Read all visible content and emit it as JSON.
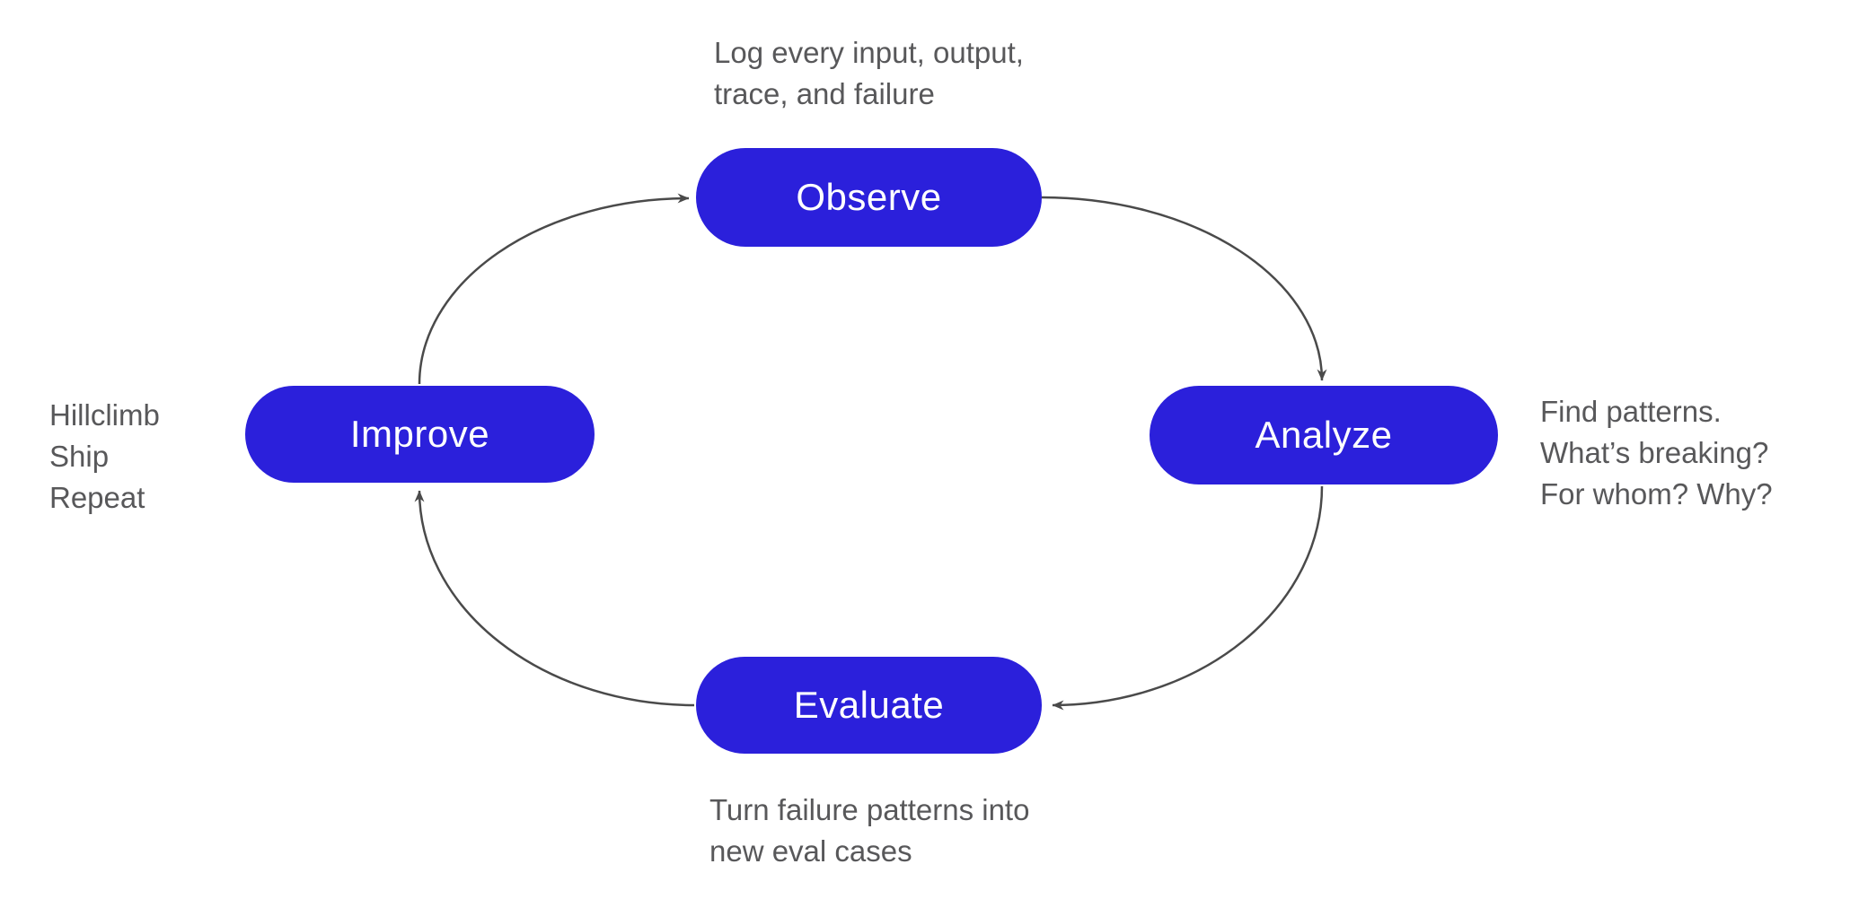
{
  "diagram": {
    "type": "cycle-flowchart",
    "nodes": [
      {
        "id": "observe",
        "label": "Observe"
      },
      {
        "id": "analyze",
        "label": "Analyze"
      },
      {
        "id": "evaluate",
        "label": "Evaluate"
      },
      {
        "id": "improve",
        "label": "Improve"
      }
    ],
    "edges": [
      {
        "from": "improve",
        "to": "observe"
      },
      {
        "from": "observe",
        "to": "analyze"
      },
      {
        "from": "analyze",
        "to": "evaluate"
      },
      {
        "from": "evaluate",
        "to": "improve"
      }
    ],
    "annotations": {
      "observe": {
        "line1": "Log every input, output,",
        "line2": "trace, and failure"
      },
      "analyze": {
        "line1": "Find patterns.",
        "line2": "What’s breaking?",
        "line3": "For whom? Why?"
      },
      "evaluate": {
        "line1": "Turn failure patterns into",
        "line2": "new eval cases"
      },
      "improve": {
        "line1": "Hillclimb",
        "line2": "Ship",
        "line3": "Repeat"
      }
    },
    "colors": {
      "node_fill": "#2b20db",
      "node_text": "#ffffff",
      "annotation_text": "#58585a",
      "arrow": "#4a4a4a",
      "background": "#ffffff"
    }
  }
}
